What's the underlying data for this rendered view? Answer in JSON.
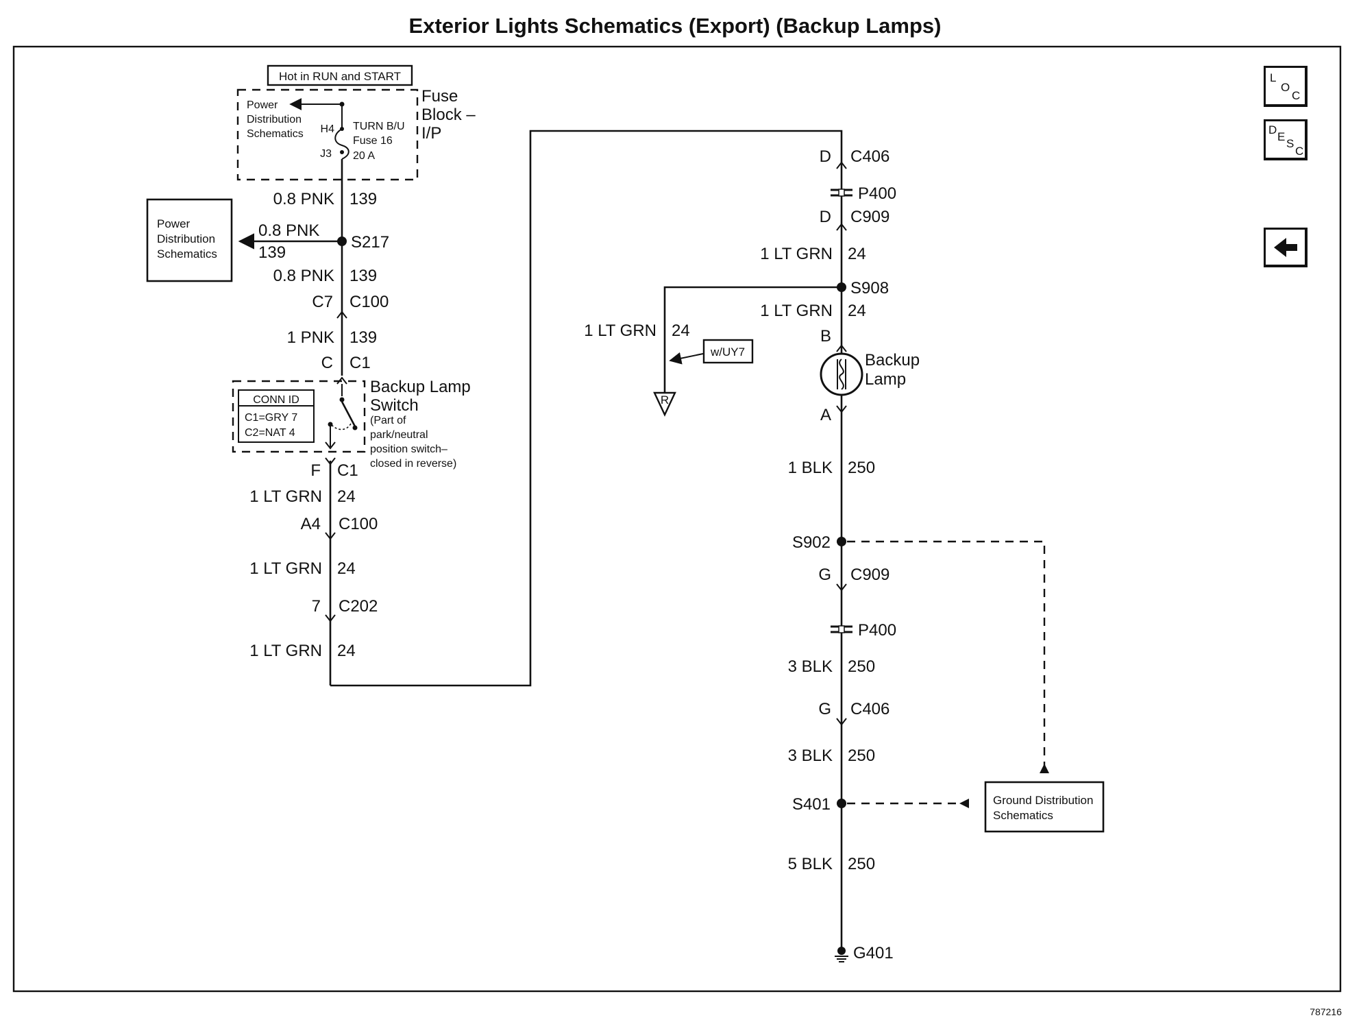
{
  "title": "Exterior Lights Schematics (Export) (Backup Lamps)",
  "figure_id": "787216",
  "nav": {
    "loc": {
      "l1": "L",
      "l2": "O",
      "l3": "C"
    },
    "desc": {
      "l1": "D",
      "l2": "E",
      "l3": "S",
      "l4": "C"
    },
    "back_arrow": "back-arrow-icon"
  },
  "left_circuit": {
    "power_source": "Hot in RUN and START",
    "fuse_block": {
      "line1": "Fuse",
      "line2": "Block –",
      "line3": "I/P"
    },
    "fuse_power_ref": {
      "line1": "Power",
      "line2": "Distribution",
      "line3": "Schematics"
    },
    "fuse_pins": {
      "top": "H4",
      "bottom": "J3"
    },
    "fuse": {
      "line1": "TURN B/U",
      "line2": "Fuse 16",
      "line3": "20 A"
    },
    "wire1": {
      "gauge": "0.8 PNK",
      "circuit": "139"
    },
    "branch_wire": {
      "gauge": "0.8 PNK",
      "circuit": "139"
    },
    "splice_s217": "S217",
    "power_ref_box": {
      "line1": "Power",
      "line2": "Distribution",
      "line3": "Schematics"
    },
    "wire2": {
      "gauge": "0.8 PNK",
      "circuit": "139"
    },
    "conn_c100_top": {
      "pin": "C7",
      "name": "C100"
    },
    "wire3": {
      "gauge": "1 PNK",
      "circuit": "139"
    },
    "conn_c1_top": {
      "pin": "C",
      "name": "C1"
    },
    "switch": {
      "name1": "Backup Lamp",
      "name2": "Switch",
      "note1": "(Part of",
      "note2": "park/neutral",
      "note3": "position switch–",
      "note4": "closed in reverse)"
    },
    "conn_id": {
      "header": "CONN ID",
      "c1": "C1=GRY 7",
      "c2": "C2=NAT 4"
    },
    "conn_c1_bottom": {
      "pin": "F",
      "name": "C1"
    },
    "wire4": {
      "gauge": "1 LT GRN",
      "circuit": "24"
    },
    "conn_c100_bottom": {
      "pin": "A4",
      "name": "C100"
    },
    "wire5": {
      "gauge": "1 LT GRN",
      "circuit": "24"
    },
    "conn_c202": {
      "pin": "7",
      "name": "C202"
    },
    "wire6": {
      "gauge": "1 LT GRN",
      "circuit": "24"
    }
  },
  "right_circuit": {
    "conn_c406_top": {
      "pin": "D",
      "name": "C406"
    },
    "p400_top": "P400",
    "conn_c909_top": {
      "pin": "D",
      "name": "C909"
    },
    "wire7": {
      "gauge": "1 LT GRN",
      "circuit": "24"
    },
    "splice_s908": "S908",
    "wire8": {
      "gauge": "1 LT GRN",
      "circuit": "24"
    },
    "branch_wire": {
      "gauge": "1 LT GRN",
      "circuit": "24"
    },
    "option_label": "w/UY7",
    "trailer_ref": "R",
    "lamp_pin_b": "B",
    "lamp": {
      "line1": "Backup",
      "line2": "Lamp"
    },
    "lamp_pin_a": "A",
    "wire9": {
      "gauge": "1 BLK",
      "circuit": "250"
    },
    "splice_s902": "S902",
    "conn_c909_bottom": {
      "pin": "G",
      "name": "C909"
    },
    "p400_bottom": "P400",
    "wire10": {
      "gauge": "3 BLK",
      "circuit": "250"
    },
    "conn_c406_bottom": {
      "pin": "G",
      "name": "C406"
    },
    "wire11": {
      "gauge": "3 BLK",
      "circuit": "250"
    },
    "splice_s401": "S401",
    "ground_ref_box": {
      "line1": "Ground Distribution",
      "line2": "Schematics"
    },
    "wire12": {
      "gauge": "5 BLK",
      "circuit": "250"
    },
    "ground": "G401"
  }
}
